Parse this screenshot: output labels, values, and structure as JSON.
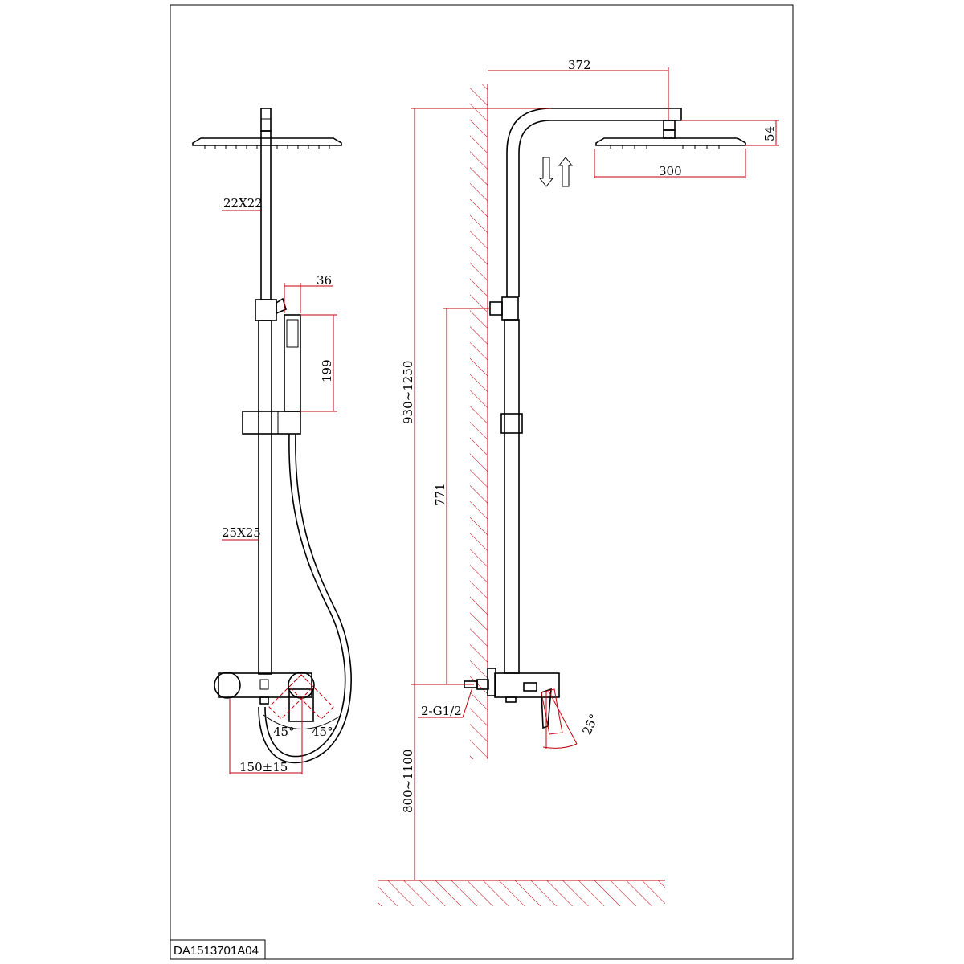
{
  "drawing_code": "DA1513701A04",
  "colors": {
    "outline": "#000000",
    "dimension": "#c0000c",
    "background": "#ffffff"
  },
  "front_view": {
    "upper_pipe_size": "22X22",
    "lower_pipe_size": "25X25",
    "handshower_width": "36",
    "handshower_length": "199",
    "inlet_spacing": "150±15",
    "left_handle_angle": "45°",
    "right_handle_angle": "45°"
  },
  "side_view": {
    "arm_projection": "372",
    "showerhead_size": "300",
    "showerhead_height": "54",
    "height_adjust_range": "930~1250",
    "bracket_to_inlet": "771",
    "inlet_connection": "2-G1/2",
    "mixer_height_range": "800~1100",
    "lever_angle": "25°",
    "height_adjust_icon": "up-down-arrows-icon"
  }
}
